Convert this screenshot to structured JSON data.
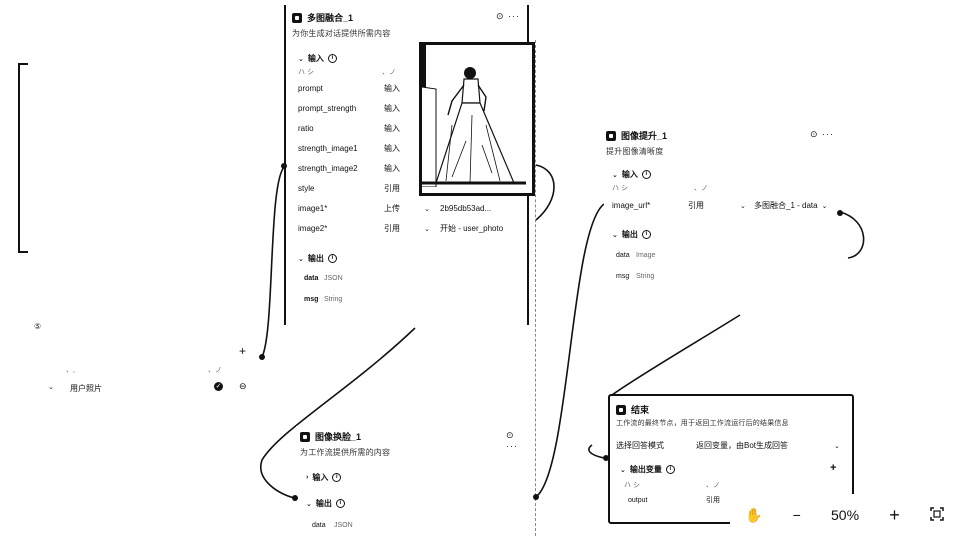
{
  "left_panel": {
    "badge": "⑤",
    "placeholder_left": "、,",
    "placeholder_right": "、ノ",
    "add_label": "+",
    "variable_name": "用户照片",
    "check_icon": "check-circle-icon",
    "remove_label": "⊖"
  },
  "node_compose": {
    "title": "多图融合_1",
    "desc": "为你生成对话提供所需内容",
    "menu": "⊙ ···",
    "input_section": "输入",
    "col_hint_left": "ハ シ",
    "col_hint_right": "、ノ",
    "params": [
      {
        "name": "prompt",
        "mode": "输入",
        "value": ""
      },
      {
        "name": "prompt_strength",
        "mode": "输入",
        "value": ""
      },
      {
        "name": "ratio",
        "mode": "输入",
        "value": ""
      },
      {
        "name": "strength_image1",
        "mode": "输入",
        "value": ""
      },
      {
        "name": "strength_image2",
        "mode": "输入",
        "value": ""
      },
      {
        "name": "style",
        "mode": "引用",
        "value": ""
      },
      {
        "name": "image1*",
        "mode": "上传",
        "value": "2b95db53ad..."
      },
      {
        "name": "image2*",
        "mode": "引用",
        "value": "开始 - user_photo"
      }
    ],
    "output_section": "输出",
    "outputs": [
      {
        "name": "data",
        "type": "JSON"
      },
      {
        "name": "msg",
        "type": "String"
      }
    ]
  },
  "node_image": {
    "title": "图像提升_1",
    "desc": "提升图像清晰度",
    "menu": "⊙ ···",
    "input_section": "输入",
    "col_hint_left": "ハ シ",
    "col_hint_right": "、ノ",
    "param_name": "image_url*",
    "param_mode": "引用",
    "param_value": "多图融合_1 - data",
    "output_section": "输出",
    "outputs": [
      {
        "name": "data",
        "type": "Image"
      },
      {
        "name": "msg",
        "type": "String"
      }
    ]
  },
  "node_bottom": {
    "title": "图像换脸_1",
    "desc": "为工作流提供所需的内容",
    "menu": "⊙ ···",
    "input_section": "输入",
    "output_section": "输出",
    "output": {
      "name": "data",
      "type": "JSON"
    }
  },
  "node_end": {
    "title": "结束",
    "desc": "工作流的最终节点，用于返回工作流运行后的结果信息",
    "mode_label": "选择回答模式",
    "mode_value": "返回变量，由Bot生成回答",
    "vars_section": "输出变量",
    "col_hint_left": "ハ シ",
    "col_hint_right": "、ノ",
    "var_name": "output",
    "var_mode": "引用"
  },
  "zoom": {
    "hand_icon": "hand-icon",
    "minus": "−",
    "level": "50%",
    "plus": "+",
    "fit_icon": "fit-screen-icon"
  }
}
